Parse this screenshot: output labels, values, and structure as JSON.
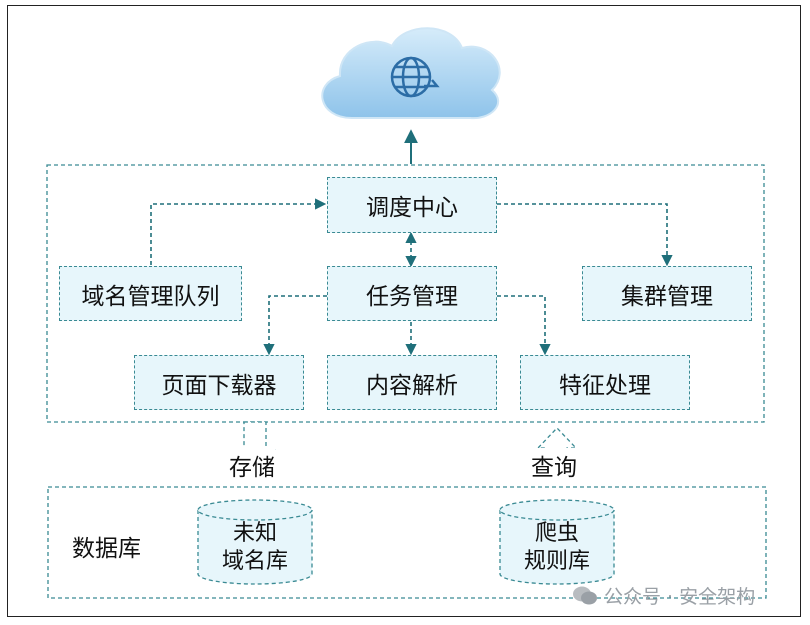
{
  "nodes": {
    "dispatch_center": "调度中心",
    "domain_queue": "域名管理队列",
    "task_management": "任务管理",
    "cluster_management": "集群管理",
    "page_downloader": "页面下载器",
    "content_parser": "内容解析",
    "feature_processing": "特征处理"
  },
  "arrows": {
    "storage": "存储",
    "query": "查询"
  },
  "database": {
    "label": "数据库",
    "unknown_domains_line1": "未知",
    "unknown_domains_line2": "域名库",
    "crawler_rules_line1": "爬虫",
    "crawler_rules_line2": "规则库"
  },
  "watermark": {
    "text": "公众号 · 安全架构"
  },
  "colors": {
    "line": "#1f6f7a",
    "box_fill": "#e7f6fb",
    "box_border": "#3a8a93",
    "cloud": "#a9d2ef"
  },
  "icons": [
    "cloud-icon",
    "globe-icon",
    "wechat-icon"
  ]
}
